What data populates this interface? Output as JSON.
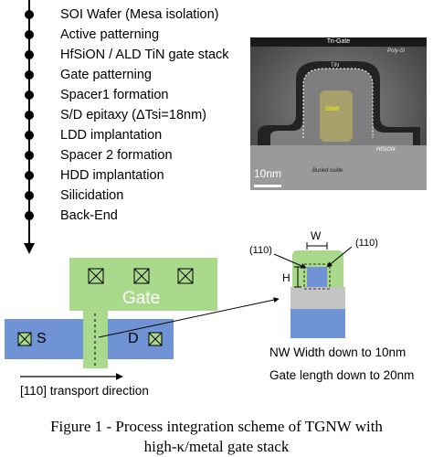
{
  "process_flow": {
    "steps": [
      "SOI Wafer (Mesa isolation)",
      "Active patterning",
      "HfSiON / ALD TiN gate stack",
      "Gate patterning",
      "Spacer1 formation",
      "S/D epitaxy (ΔTsi=18nm)",
      "LDD implantation",
      "Spacer 2 formation",
      "HDD implantation",
      "Silicidation",
      "Back-End"
    ]
  },
  "tem_image": {
    "title": "Tri-Gate",
    "scale_label": "10nm",
    "labels": {
      "nw": "SiNW",
      "tin": "TiN",
      "hfsion": "HfSiON",
      "box": "Buried oxide",
      "polysi": "Poly-Si"
    }
  },
  "layout_diagram": {
    "gate_label": "Gate",
    "source_label": "S",
    "drain_label": "D",
    "direction_label": "[110] transport direction"
  },
  "cross_section": {
    "w_label": "W",
    "h_label": "H",
    "facet_left": "(110)",
    "facet_right": "(110)",
    "note_width": "NW Width down to 10nm",
    "note_length": "Gate length down to 20nm"
  },
  "caption": {
    "line1": "Figure 1 - Process integration scheme of TGNW with",
    "line2": "high-κ/metal gate stack"
  },
  "colors": {
    "gate": "#a9d98a",
    "source_drain": "#6f93d4",
    "oxide": "#c4c4c4",
    "nanowire": "#6f93d4"
  }
}
